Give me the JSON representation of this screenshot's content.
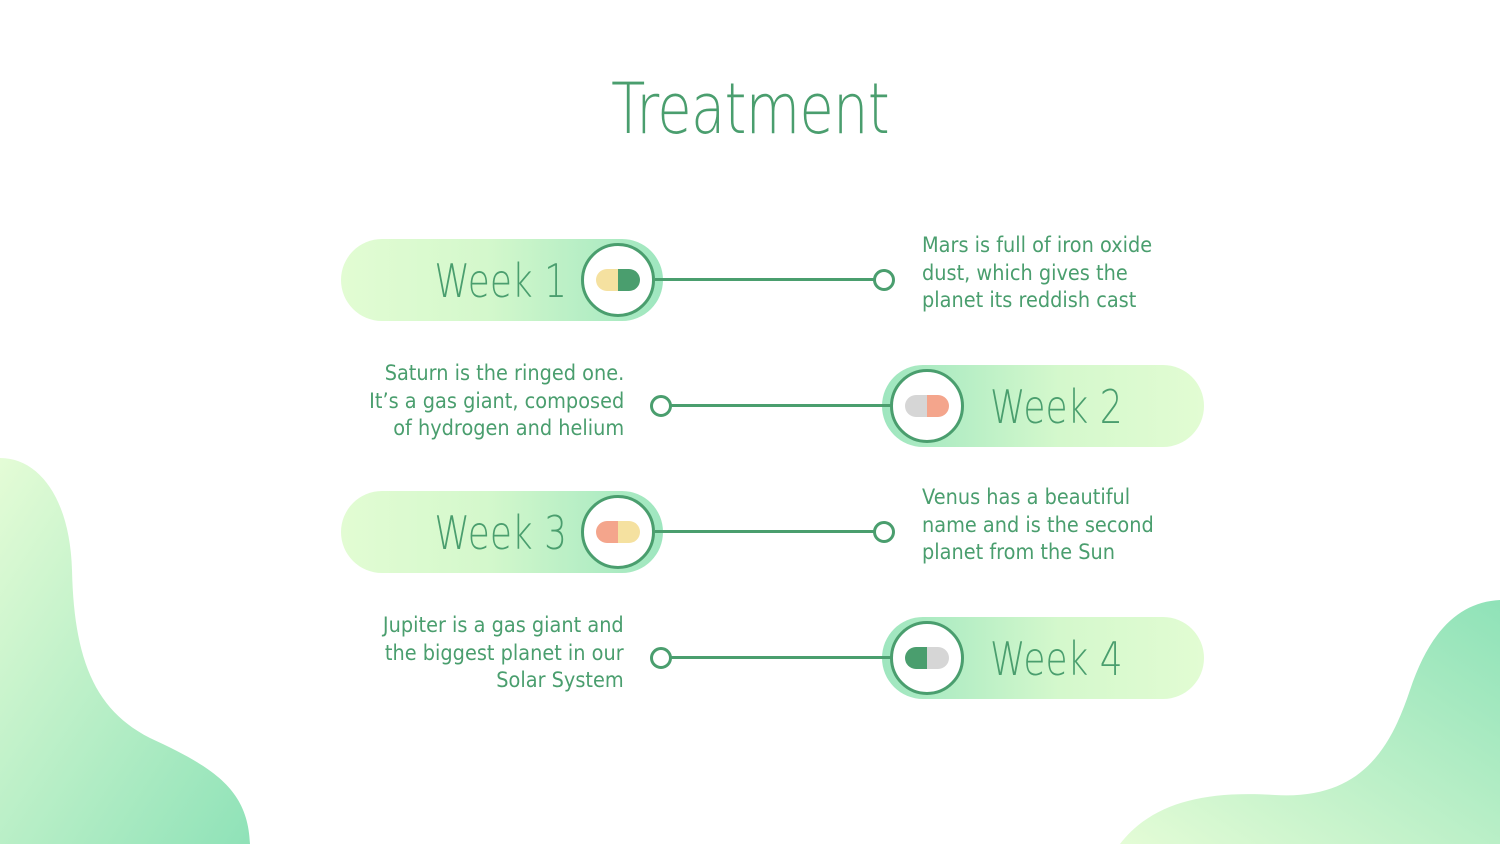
{
  "slide": {
    "title": "Treatment"
  },
  "colors": {
    "text": "#4a9e6e",
    "pill_light": "#e2fcd3",
    "pill_dark": "#9ee6bf",
    "capsule_yellow": "#f5e1a0",
    "capsule_green": "#4a9e6e",
    "capsule_grey": "#d6d6d6",
    "capsule_salmon": "#f4a58c"
  },
  "weeks": [
    {
      "label": "Week 1",
      "capsule": [
        "capsule_yellow",
        "capsule_green"
      ],
      "description": [
        "Mars is full of iron oxide",
        "dust, which gives the",
        "planet its reddish cast"
      ]
    },
    {
      "label": "Week 2",
      "capsule": [
        "capsule_grey",
        "capsule_salmon"
      ],
      "description": [
        "Saturn is the ringed one.",
        "It’s a gas giant, composed",
        "of hydrogen and helium"
      ]
    },
    {
      "label": "Week 3",
      "capsule": [
        "capsule_salmon",
        "capsule_yellow"
      ],
      "description": [
        "Venus has a beautiful",
        "name and is the second",
        "planet from the Sun"
      ]
    },
    {
      "label": "Week 4",
      "capsule": [
        "capsule_green",
        "capsule_grey"
      ],
      "description": [
        "Jupiter is a gas giant and",
        "the biggest planet in our",
        "Solar System"
      ]
    }
  ]
}
